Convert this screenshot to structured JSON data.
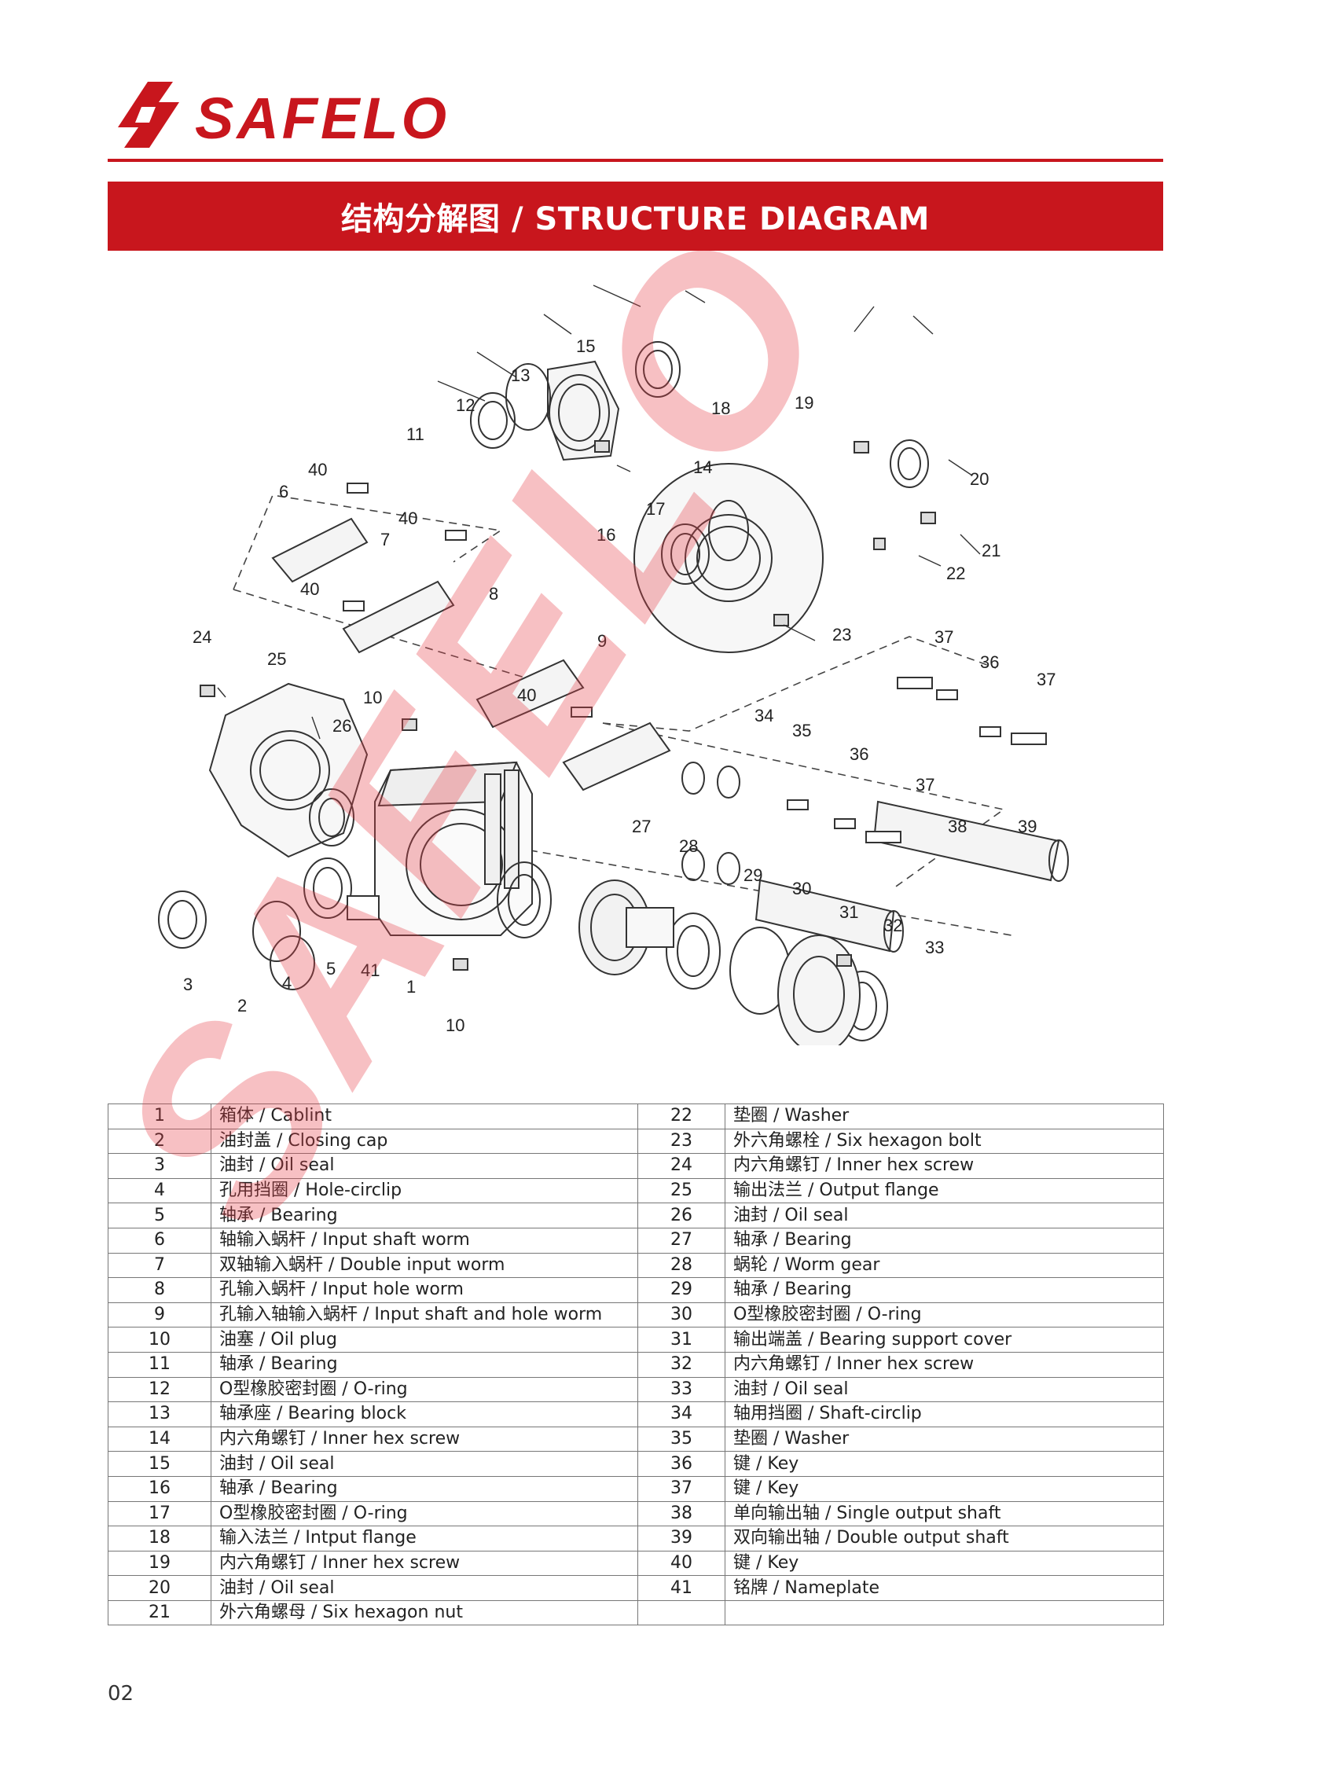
{
  "brand": {
    "name": "SAFELO",
    "logo_icon": "safelo-s-mark-icon",
    "accent_color": "#c8161d"
  },
  "header": {
    "title": "结构分解图 / STRUCTURE DIAGRAM"
  },
  "diagram": {
    "labels": [
      "1",
      "2",
      "3",
      "4",
      "5",
      "6",
      "7",
      "8",
      "9",
      "10",
      "10",
      "11",
      "12",
      "13",
      "14",
      "15",
      "16",
      "17",
      "18",
      "19",
      "20",
      "21",
      "22",
      "23",
      "24",
      "25",
      "26",
      "27",
      "28",
      "29",
      "30",
      "31",
      "32",
      "33",
      "34",
      "35",
      "36",
      "36",
      "37",
      "37",
      "37",
      "38",
      "39",
      "40",
      "40",
      "40",
      "40",
      "41"
    ]
  },
  "parts_table": {
    "rows": [
      {
        "left_num": "1",
        "left_name": "箱体 / Cablint",
        "right_num": "22",
        "right_name": "垫圈 / Washer"
      },
      {
        "left_num": "2",
        "left_name": "油封盖 / Closing cap",
        "right_num": "23",
        "right_name": "外六角螺栓 / Six hexagon bolt"
      },
      {
        "left_num": "3",
        "left_name": "油封 / Oil seal",
        "right_num": "24",
        "right_name": "内六角螺钉 / Inner hex screw"
      },
      {
        "left_num": "4",
        "left_name": "孔用挡圈 / Hole-circlip",
        "right_num": "25",
        "right_name": "输出法兰 / Output flange"
      },
      {
        "left_num": "5",
        "left_name": "轴承 / Bearing",
        "right_num": "26",
        "right_name": "油封 / Oil seal"
      },
      {
        "left_num": "6",
        "left_name": "轴输入蜗杆 / Input shaft worm",
        "right_num": "27",
        "right_name": "轴承 / Bearing"
      },
      {
        "left_num": "7",
        "left_name": "双轴输入蜗杆 / Double input worm",
        "right_num": "28",
        "right_name": "蜗轮 / Worm gear"
      },
      {
        "left_num": "8",
        "left_name": "孔输入蜗杆 / Input hole worm",
        "right_num": "29",
        "right_name": "轴承 / Bearing"
      },
      {
        "left_num": "9",
        "left_name": "孔输入轴输入蜗杆 / Input shaft and hole worm",
        "right_num": "30",
        "right_name": "O型橡胶密封圈 / O-ring"
      },
      {
        "left_num": "10",
        "left_name": "油塞 / Oil plug",
        "right_num": "31",
        "right_name": "输出端盖 / Bearing support cover"
      },
      {
        "left_num": "11",
        "left_name": "轴承 / Bearing",
        "right_num": "32",
        "right_name": "内六角螺钉 / Inner hex screw"
      },
      {
        "left_num": "12",
        "left_name": "O型橡胶密封圈 / O-ring",
        "right_num": "33",
        "right_name": "油封 / Oil seal"
      },
      {
        "left_num": "13",
        "left_name": "轴承座 / Bearing block",
        "right_num": "34",
        "right_name": "轴用挡圈 / Shaft-circlip"
      },
      {
        "left_num": "14",
        "left_name": "内六角螺钉 / Inner hex screw",
        "right_num": "35",
        "right_name": "垫圈 / Washer"
      },
      {
        "left_num": "15",
        "left_name": "油封 / Oil seal",
        "right_num": "36",
        "right_name": "键 / Key"
      },
      {
        "left_num": "16",
        "left_name": "轴承 / Bearing",
        "right_num": "37",
        "right_name": "键 / Key"
      },
      {
        "left_num": "17",
        "left_name": "O型橡胶密封圈 / O-ring",
        "right_num": "38",
        "right_name": "单向输出轴 / Single output shaft"
      },
      {
        "left_num": "18",
        "left_name": "输入法兰 / Intput flange",
        "right_num": "39",
        "right_name": "双向输出轴 / Double output shaft"
      },
      {
        "left_num": "19",
        "left_name": "内六角螺钉 / Inner hex screw",
        "right_num": "40",
        "right_name": "键 / Key"
      },
      {
        "left_num": "20",
        "left_name": "油封 / Oil seal",
        "right_num": "41",
        "right_name": "铭牌 / Nameplate"
      },
      {
        "left_num": "21",
        "left_name": "外六角螺母 / Six hexagon nut",
        "right_num": "",
        "right_name": ""
      }
    ]
  },
  "footer": {
    "page_number": "02"
  },
  "watermark": {
    "text": "SAFELO"
  }
}
